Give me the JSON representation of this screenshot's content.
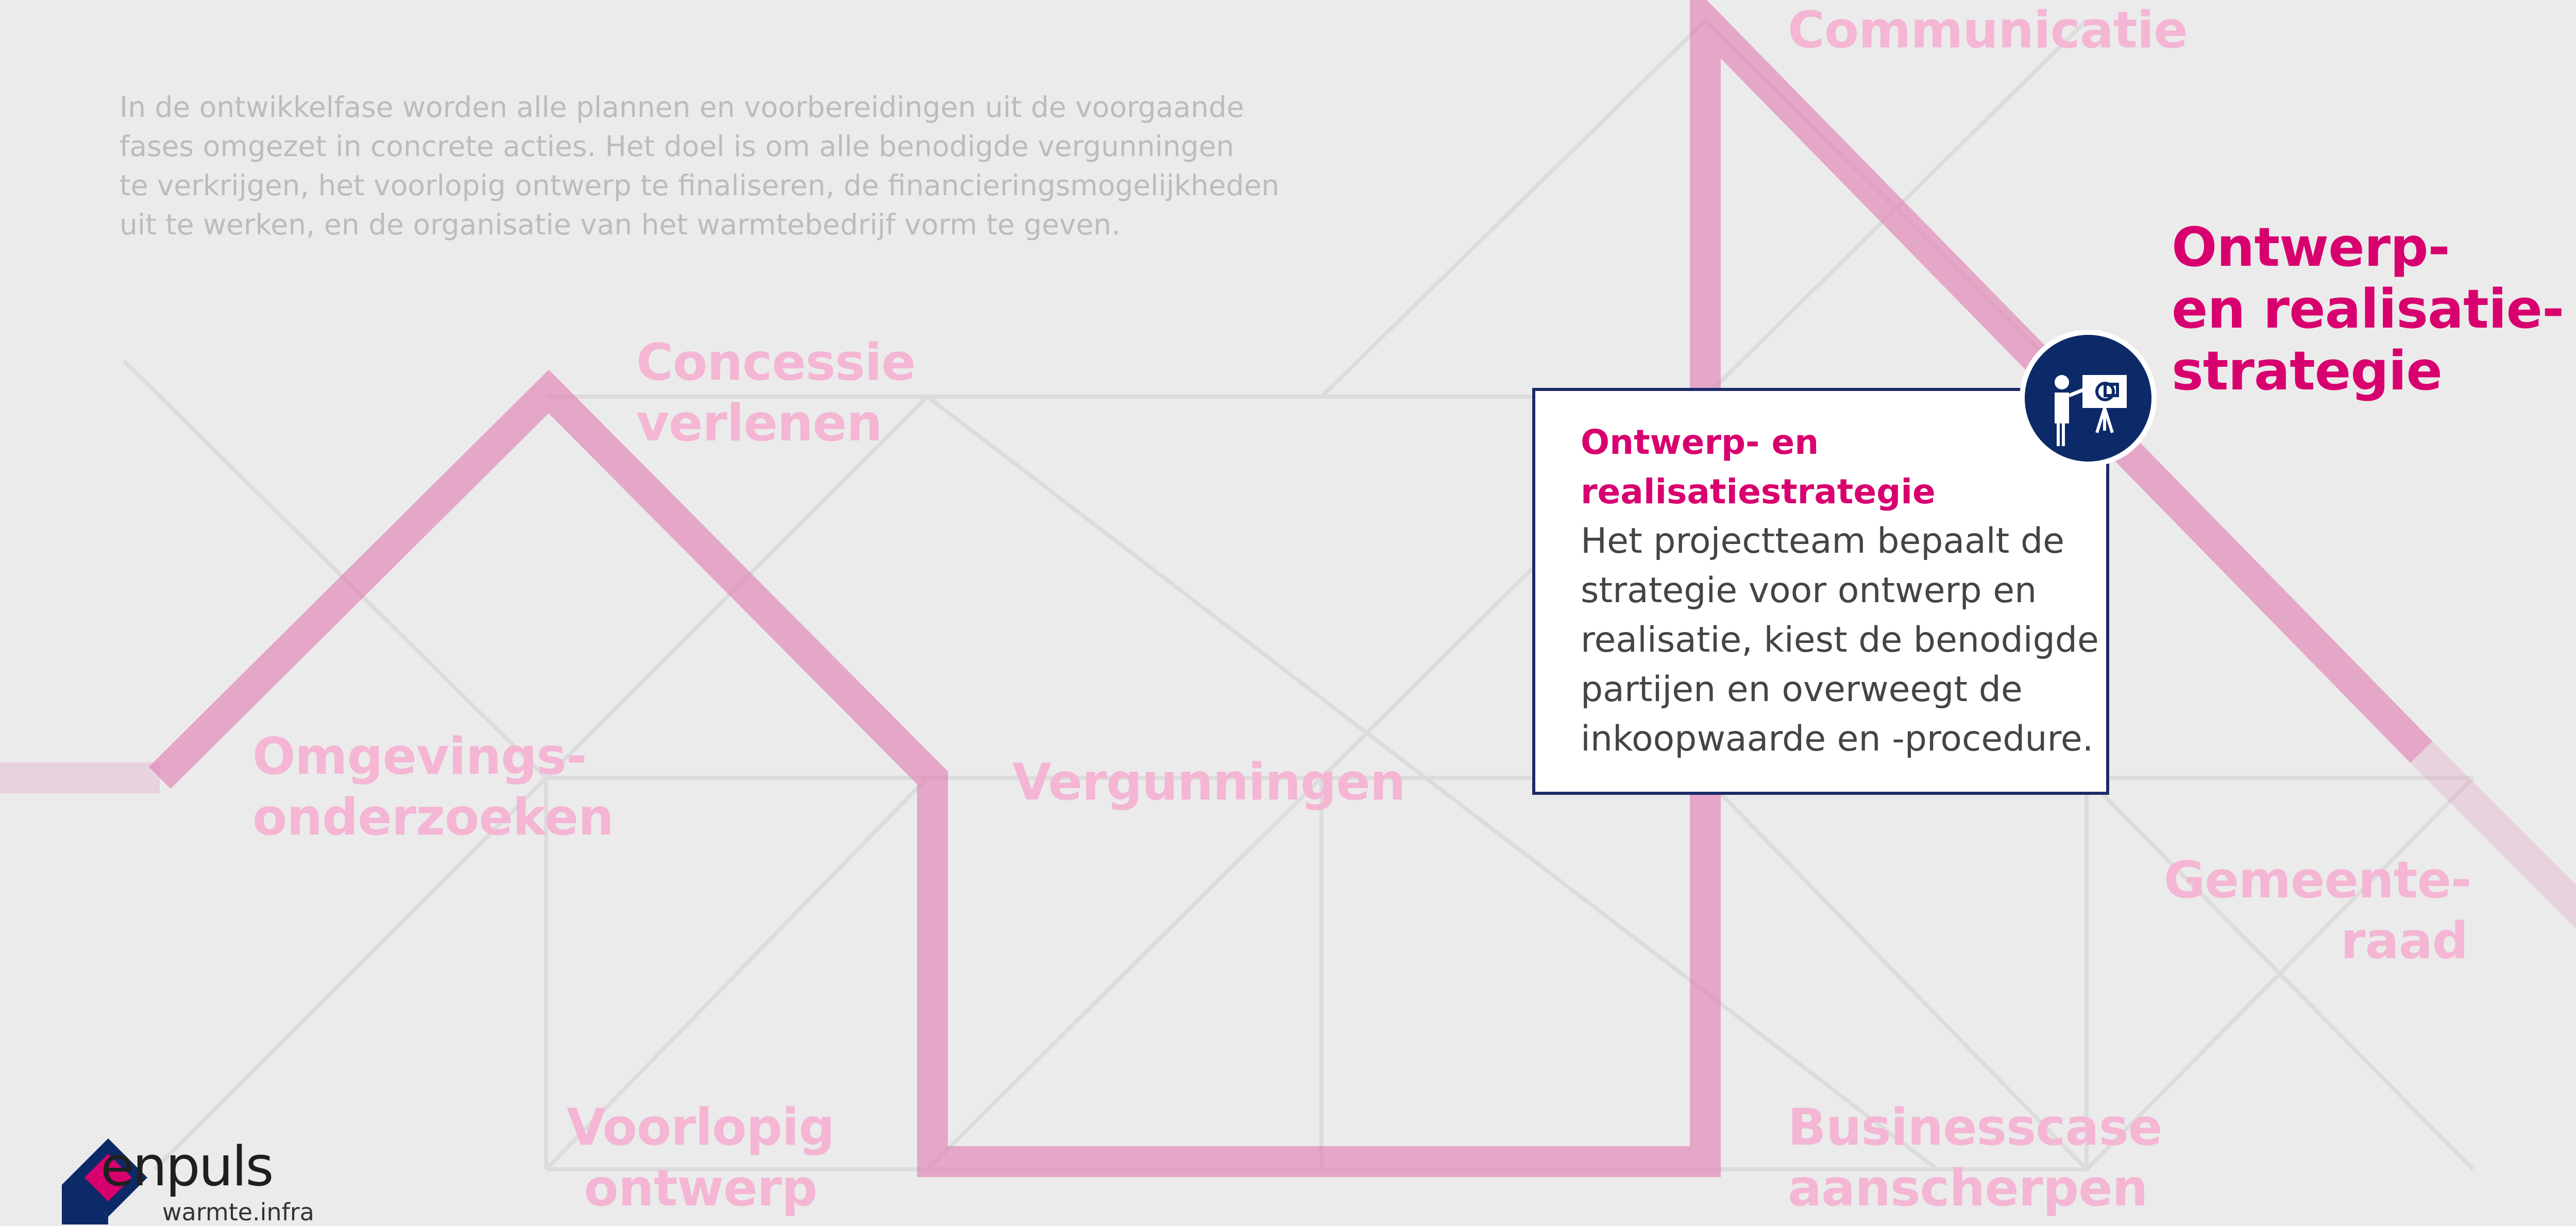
{
  "intro": {
    "lines": [
      "In de ontwikkelfase worden alle plannen en voorbereidingen uit de voorgaande",
      "fases omgezet in concrete acties. Het doel is om alle benodigde vergunningen",
      "te verkrijgen, het voorlopig ontwerp te finaliseren, de financieringsmogelijkheden",
      "uit te werken, en de organisatie van het warmtebedrijf vorm te geven."
    ]
  },
  "steps": {
    "communicatie": {
      "line1": "Communicatie"
    },
    "concessie": {
      "line1": "Concessie",
      "line2": "verlenen"
    },
    "omgevingsonderzoeken": {
      "line1": "Omgevings-",
      "line2": "onderzoeken"
    },
    "vergunningen": {
      "line1": "Vergunningen"
    },
    "voorlopig_ontwerp": {
      "line1": "Voorlopig",
      "line2": "ontwerp"
    },
    "businesscase": {
      "line1": "Businesscase",
      "line2": "aanscherpen"
    },
    "gemeenteraad": {
      "line1": "Gemeente-",
      "line2": "raad"
    },
    "ontwerp_strategie": {
      "line1": "Ontwerp-",
      "line2": "en realisatie-",
      "line3": "strategie"
    }
  },
  "info_box": {
    "title_lines": [
      "Ontwerp- en",
      "realisatiestrategie"
    ],
    "text_lines": [
      "Het projectteam bepaalt de",
      "strategie voor ontwerp en",
      "realisatie, kiest de benodigde",
      "partijen en overweegt de",
      "inkoopwaarde en -procedure."
    ],
    "icon": "presentation-icon"
  },
  "logo": {
    "word": "enpuls",
    "subtitle": "warmte.infra",
    "icon": "enpuls-logo-icon"
  },
  "colors": {
    "background": "#ebebeb",
    "path_pink": "#e07ab0",
    "label_pink": "#f4b6d4",
    "accent_magenta": "#d8006f",
    "navy": "#1c2b68",
    "intro_gray": "#bcbcbc"
  }
}
